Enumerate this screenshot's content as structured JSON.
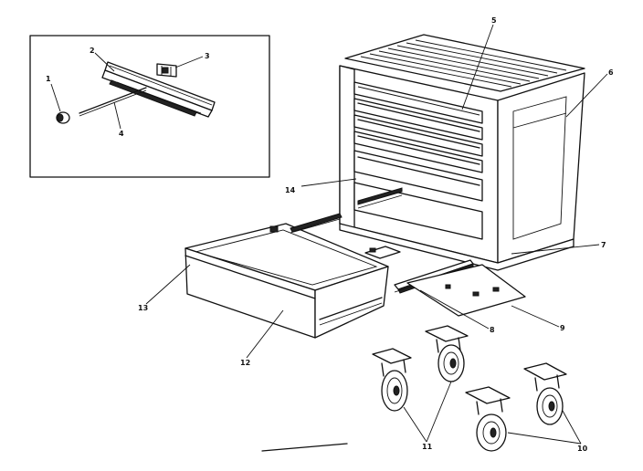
{
  "labels": {
    "l1": "1",
    "l2": "2",
    "l3": "3",
    "l4": "4",
    "l5": "5",
    "l6": "6",
    "l7": "7",
    "l8": "8",
    "l9": "9",
    "l10": "10",
    "l11": "11",
    "l12": "12",
    "l13": "13",
    "l14": "14"
  },
  "colors": {
    "ink": "#111111",
    "paper": "#ffffff"
  }
}
